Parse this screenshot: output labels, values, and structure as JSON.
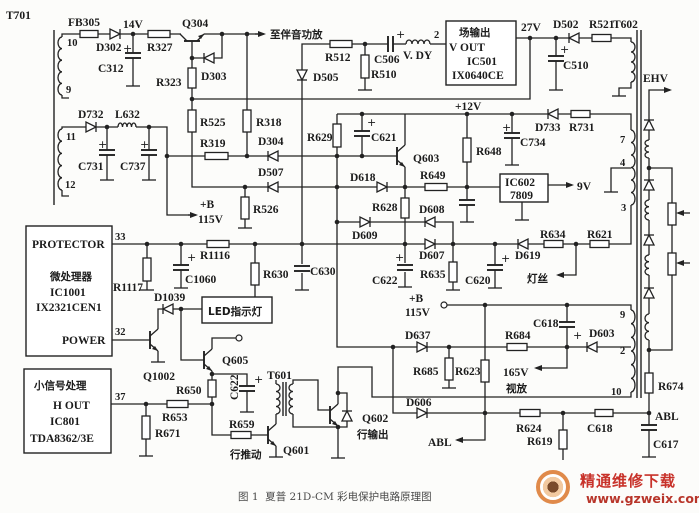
{
  "caption": "图 1  夏普 21D-CM 彩电保护电路原理图",
  "watermark": {
    "site_name": "精通维修下载",
    "url": "www.gzweix.com",
    "brand_color": "#c8322a"
  },
  "symbols": {
    "plus": "+"
  },
  "transformers": {
    "t701": {
      "ref": "T701",
      "pins": {
        "p10": "10",
        "p9": "9",
        "p11": "11",
        "p12": "12"
      }
    },
    "t602": {
      "ref": "T602",
      "pins": {
        "p7": "7",
        "p4": "4",
        "p3": "3",
        "p9": "9",
        "p2": "2",
        "p10": "10"
      }
    },
    "t601": {
      "ref": "T601"
    }
  },
  "ics": {
    "ic501": {
      "title": "场输出",
      "pin_name": "V OUT",
      "ref": "IC501",
      "part": "IX0640CE",
      "pin_no": "2"
    },
    "ic602": {
      "ref": "IC602",
      "part": "7809"
    },
    "ic1001": {
      "pin_protector": "PROTECTOR",
      "title": "微处理器",
      "ref": "IC1001",
      "part": "IX2321CEN1",
      "pin_power": "POWER",
      "pin33": "33",
      "pin32": "32"
    },
    "ic801": {
      "title": "小信号处理",
      "pin_name": "H   OUT",
      "ref": "IC801",
      "part": "TDA8362/3E",
      "pin37": "37"
    },
    "led": {
      "label": "LED指示灯"
    }
  },
  "resistors": {
    "fb305": "FB305",
    "r327": "R327",
    "r323": "R323",
    "r525": "R525",
    "r318": "R318",
    "r319": "R319",
    "r526": "R526",
    "r512": "R512",
    "r510": "R510",
    "r521": "R521",
    "r629": "R629",
    "r649": "R649",
    "r648": "R648",
    "r731": "R731",
    "r628": "R628",
    "r635": "R635",
    "r634": "R634",
    "r621": "R621",
    "r1117": "R1117",
    "r1116": "R1116",
    "r630": "R630",
    "r650": "R650",
    "r653": "R653",
    "r671": "R671",
    "r659": "R659",
    "r685": "R685",
    "r623": "R623",
    "r684": "R684",
    "r624": "R624",
    "r619": "R619",
    "r674": "R674"
  },
  "capacitors": {
    "c312": "C312",
    "c506": "C506",
    "c510": "C510",
    "c731": "C731",
    "c737": "C737",
    "c621": "C621",
    "c734": "C734",
    "c622a": "C622",
    "c620": "C620",
    "c1060": "C1060",
    "c630": "C630",
    "c622b": "C622",
    "c618a": "C618",
    "c618b": "C618",
    "c617": "C617"
  },
  "diodes": {
    "d302": "D302",
    "d303": "D303",
    "d505": "D505",
    "d502": "D502",
    "d732": "D732",
    "d304": "D304",
    "d507": "D507",
    "d618": "D618",
    "d733": "D733",
    "d609": "D609",
    "d608": "D608",
    "d607": "D607",
    "d619": "D619",
    "d1039": "D1039",
    "d637": "D637",
    "d603": "D603",
    "d606": "D606"
  },
  "transistors": {
    "q304": "Q304",
    "q603": "Q603",
    "q1002": "Q1002",
    "q605": "Q605",
    "q601": "Q601",
    "q602": "Q602"
  },
  "inductors": {
    "l632": "L632",
    "vdy": "V. DY"
  },
  "nets": {
    "v14": "14V",
    "v27": "27V",
    "v12": "+12V",
    "bplus_a": "+B",
    "bplus_a_v": "115V",
    "bplus_b": "+B",
    "bplus_b_v": "115V",
    "v9": "9V",
    "ehv": "EHV",
    "abl_left": "ABL",
    "abl_right": "ABL",
    "v165": "165V",
    "video_amp": "视放",
    "heater": "灯丝",
    "to_audio_amp": "至伴音功放",
    "h_drive": "行推动",
    "h_output": "行输出"
  }
}
